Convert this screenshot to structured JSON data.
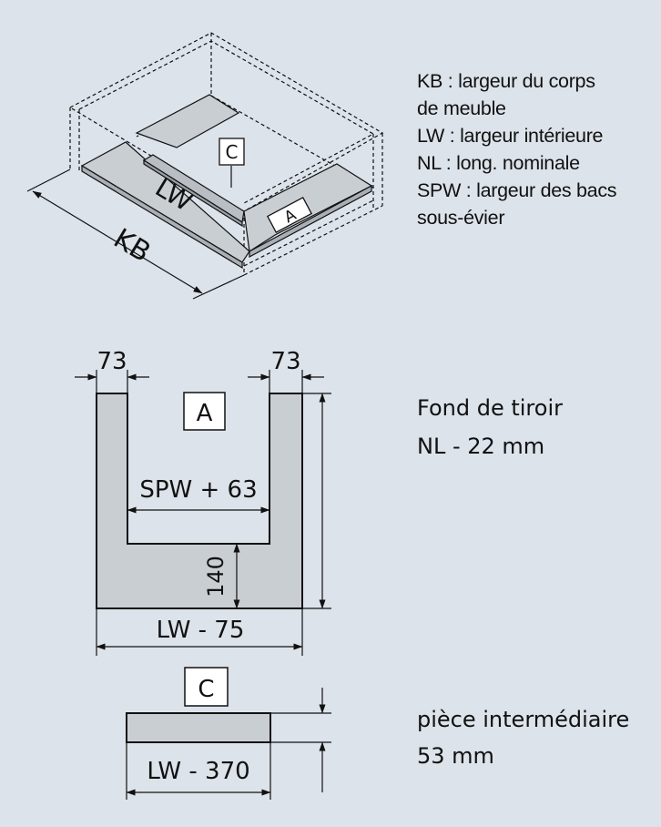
{
  "legend": {
    "lines": [
      "KB : largeur du corps",
      "de meuble",
      "LW : largeur intérieure",
      "NL : long. nominale",
      "SPW : largeur des bacs",
      "sous-évier"
    ]
  },
  "iso": {
    "lw_label": "LW",
    "kb_label": "KB",
    "tag_a": "A",
    "tag_c": "C"
  },
  "part_a": {
    "tag": "A",
    "left_width": "73",
    "right_width": "73",
    "inner_width": "SPW + 63",
    "depth": "140",
    "total_width": "LW - 75",
    "title": "Fond de tiroir",
    "size": "NL - 22 mm"
  },
  "part_c": {
    "tag": "C",
    "width": "LW - 370",
    "title": "pièce intermédiaire",
    "size": "53 mm"
  },
  "colors": {
    "background": "#dce3ea",
    "part_fill": "#c9ced3",
    "line": "#111111"
  }
}
